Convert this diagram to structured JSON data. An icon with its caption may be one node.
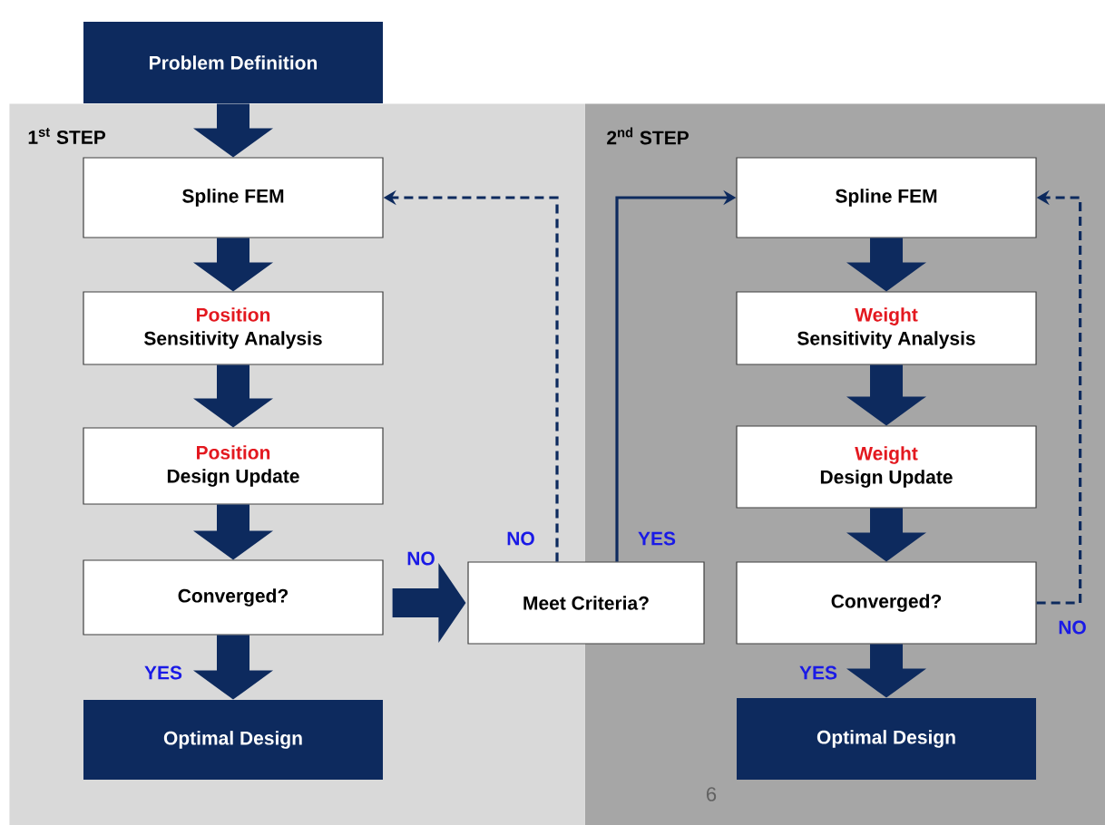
{
  "diagram": {
    "nodes": [
      {
        "text": [
          "Problem Definition"
        ]
      },
      {
        "text": [
          "1$^{st}$  STEP"
        ]
      },
      {
        "text": [
          "Spline FEM"
        ],
        "in": 1
      },
      {
        "text": [
          "Position",
          "Sensitivity Analysis"
        ],
        "in": 1
      },
      {
        "text": [
          "Position",
          "Design Update"
        ],
        "in": 1
      },
      {
        "text": [
          "Converged?"
        ],
        "in": 1
      },
      {
        "text": [
          "Optimal Design"
        ],
        "in": 1
      },
      {
        "text": [
          "2$^{nd}$  STEP"
        ]
      },
      {
        "text": [
          "Spline FEM"
        ],
        "in": 7
      },
      {
        "text": [
          "Weight",
          "Sensitivity Analysis"
        ],
        "in": 7
      },
      {
        "text": [
          "Weight",
          "Design Update"
        ],
        "in": 7
      },
      {
        "text": [
          "Converged?"
        ],
        "in": 7
      },
      {
        "text": [
          "Optimal Design"
        ],
        "in": 7
      },
      {
        "text": [
          "Meet Criteria?"
        ]
      }
    ],
    "edges": [
      {
        "from": 0,
        "to": 2,
        "arrow": "to",
        "style": "thick"
      },
      {
        "from": 2,
        "to": 3,
        "arrow": "to",
        "style": "thick"
      },
      {
        "from": 3,
        "to": 4,
        "arrow": "to",
        "style": "thick"
      },
      {
        "from": 4,
        "to": 5,
        "arrow": "to",
        "style": "thick"
      },
      {
        "from": 5,
        "to": 6,
        "arrow": "to",
        "style": "thick",
        "label": "YES"
      },
      {
        "from": 5,
        "to": 13,
        "arrow": "to",
        "style": "thick",
        "label": "NO"
      },
      {
        "from": 13,
        "to": 2,
        "arrow": "to",
        "style": "dashed",
        "label": "NO"
      },
      {
        "from": 13,
        "to": 8,
        "arrow": "to",
        "label": "YES"
      },
      {
        "from": 8,
        "to": 9,
        "arrow": "to",
        "style": "thick"
      },
      {
        "from": 9,
        "to": 10,
        "arrow": "to",
        "style": "thick"
      },
      {
        "from": 10,
        "to": 11,
        "arrow": "to",
        "style": "thick"
      },
      {
        "from": 11,
        "to": 12,
        "arrow": "to",
        "style": "thick",
        "label": "YES"
      },
      {
        "from": 11,
        "to": 8,
        "arrow": "to",
        "style": "dashed",
        "label": "NO"
      }
    ],
    "labels": [
      "6"
    ]
  }
}
